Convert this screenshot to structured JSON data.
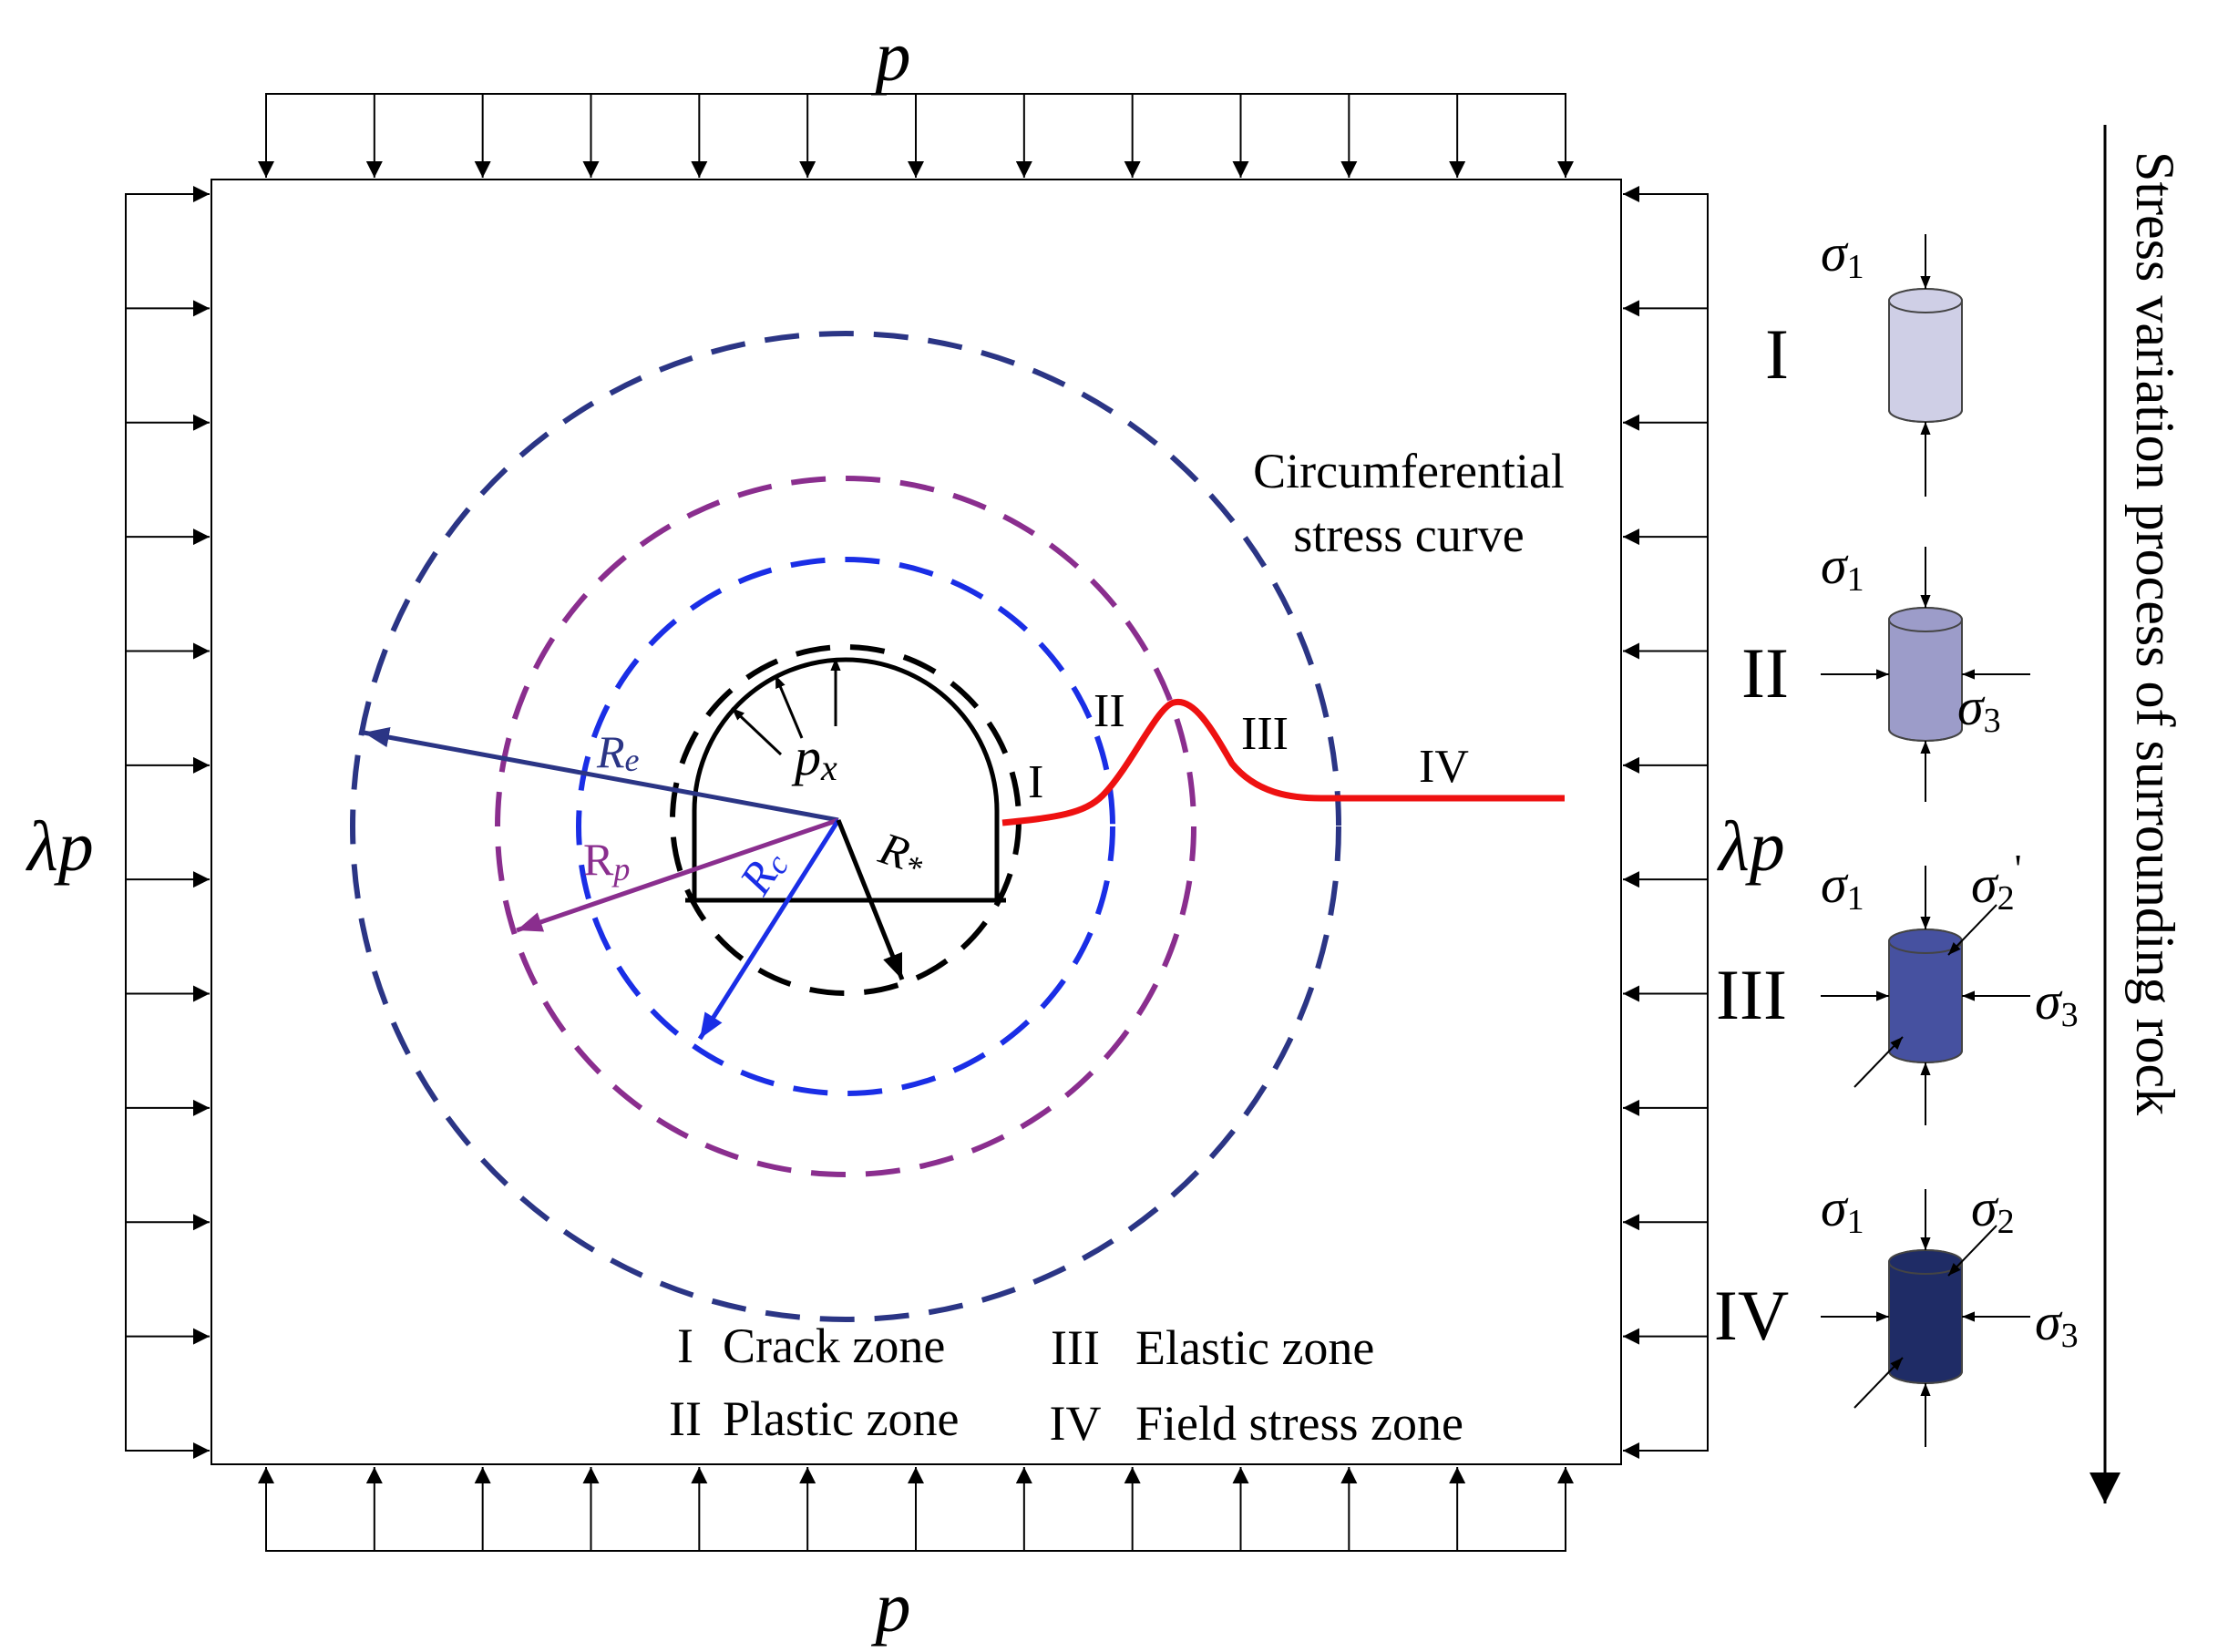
{
  "loads": {
    "top": "p",
    "bottom": "p",
    "left": "λp",
    "right": "λp"
  },
  "radii": {
    "re_base": "R",
    "re_sub": "e",
    "rp_base": "R",
    "rp_sub": "p",
    "rc_base": "R",
    "rc_sub": "c",
    "rstar_base": "R",
    "rstar_sub": "*",
    "px_base": "p",
    "px_sub": "x"
  },
  "curve_label": {
    "line1": "Circumferential",
    "line2": "stress curve"
  },
  "curve_zones": [
    "I",
    "II",
    "III",
    "IV"
  ],
  "legend": [
    {
      "numeral": "I",
      "text": "Crack zone"
    },
    {
      "numeral": "II",
      "text": "Plastic zone"
    },
    {
      "numeral": "III",
      "text": "Elastic zone"
    },
    {
      "numeral": "IV",
      "text": "Field stress zone"
    }
  ],
  "elements": [
    {
      "numeral": "I",
      "fill": "#cfcfe6",
      "s1": "σ",
      "s1_sub": "1"
    },
    {
      "numeral": "II",
      "fill": "#9c9cc9",
      "s1": "σ",
      "s1_sub": "1",
      "s3": "σ",
      "s3_sub": "3"
    },
    {
      "numeral": "III",
      "fill": "#4651a0",
      "s1": "σ",
      "s1_sub": "1",
      "s2": "σ",
      "s2_sub": "2",
      "s2_prime": "'",
      "s3": "σ",
      "s3_sub": "3"
    },
    {
      "numeral": "IV",
      "fill": "#1f2c66",
      "s1": "σ",
      "s1_sub": "1",
      "s2": "σ",
      "s2_sub": "2",
      "s3": "σ",
      "s3_sub": "3"
    }
  ],
  "process_label": "Stress variation process of surrounding rock",
  "colors": {
    "re_circle": "#2b3585",
    "rp_circle": "#8a2e8e",
    "rc_circle": "#1a2ee6",
    "curve": "#ee1111",
    "tunnel": "#000000"
  }
}
